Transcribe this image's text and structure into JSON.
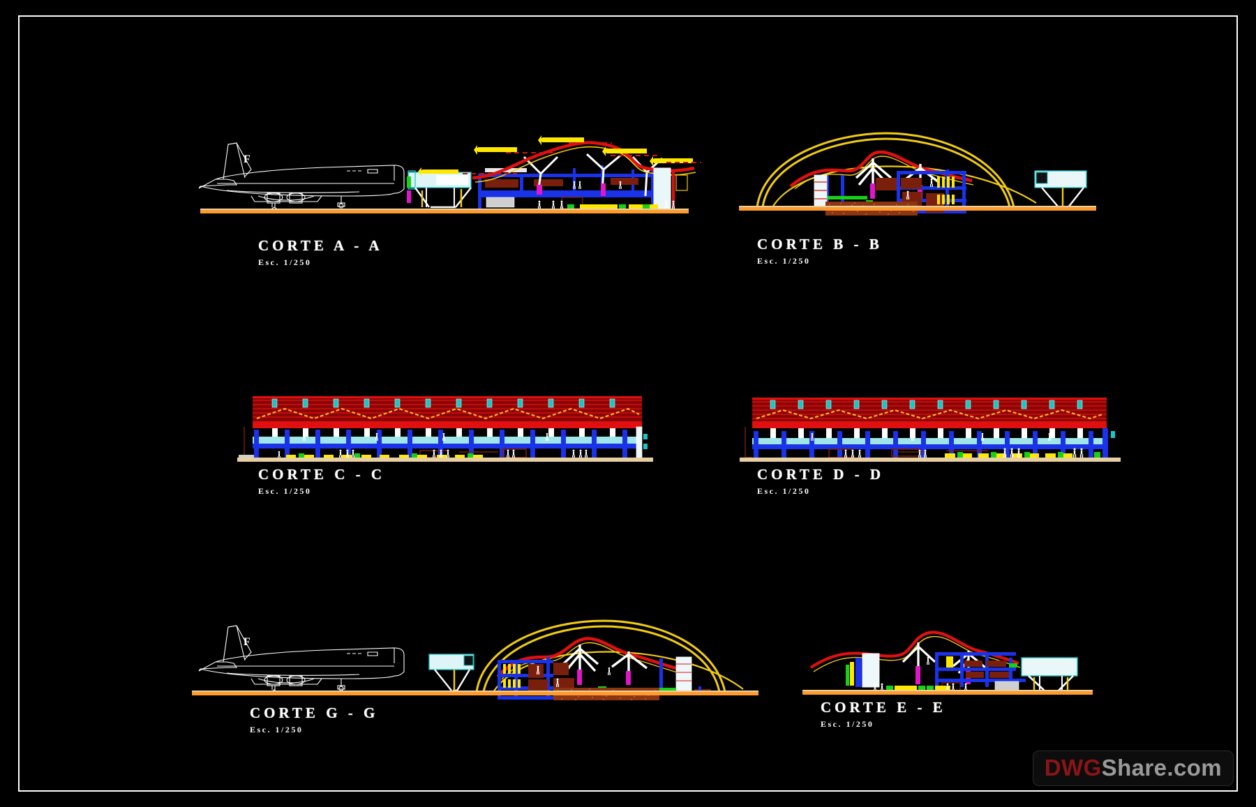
{
  "sheet": {
    "background_color": "#000000",
    "frame_color": "#ffffff",
    "drawing_type": "Airport Terminal Building - Architectural Sections",
    "units_note": "Esc. 1/250"
  },
  "palette": {
    "ground_orange": "#ff9a2e",
    "ground_tan": "#e8cfa0",
    "roof_red": "#e01010",
    "arch_yellow": "#f2cc12",
    "structure_blue": "#1a32e8",
    "glass_cyan": "#9fe6ea",
    "column_white": "#ffffff",
    "fill_brown": "#9c3a16",
    "accent_magenta": "#e215c8",
    "accent_green": "#16d216",
    "tag_yellow": "#ffe800",
    "dim_red": "#cc1414",
    "teal": "#19c6c6"
  },
  "sections": [
    {
      "id": "corte-a-a",
      "title": "CORTE  A - A",
      "scale": "Esc. 1/250",
      "has_aircraft": true,
      "aircraft_tail_mark": "F",
      "description": "Transverse section through terminal with jetway, curved red roof, blue multi-level structure and white tree-columns"
    },
    {
      "id": "corte-b-b",
      "title": "CORTE  B - B",
      "scale": "Esc. 1/250",
      "has_aircraft": false,
      "aircraft_tail_mark": "",
      "description": "Transverse section with large yellow parabolic arch over building, rust hatched podium and detached truss canopy"
    },
    {
      "id": "corte-c-c",
      "title": "CORTE  C - C",
      "scale": "Esc. 1/250",
      "has_aircraft": false,
      "aircraft_tail_mark": "",
      "description": "Longitudinal section, red roof band with zigzag trusses, repeating white columns, blue slabs, cyan glazing"
    },
    {
      "id": "corte-d-d",
      "title": "CORTE  D - D",
      "scale": "Esc. 1/250",
      "has_aircraft": false,
      "aircraft_tail_mark": "",
      "description": "Longitudinal section similar to C-C with baggage area and seating at ground level"
    },
    {
      "id": "corte-g-g",
      "title": "CORTE  G - G",
      "scale": "Esc. 1/250",
      "has_aircraft": true,
      "aircraft_tail_mark": "F",
      "description": "Transverse section with aircraft, jetway and arched terminal hall"
    },
    {
      "id": "corte-e-e",
      "title": "CORTE  E - E",
      "scale": "Esc. 1/250",
      "has_aircraft": false,
      "aircraft_tail_mark": "",
      "description": "Transverse section through concourse with curved red roof and jetway bridge at right"
    }
  ],
  "watermark": {
    "text_primary": "DWG",
    "text_secondary": "Share.com"
  }
}
